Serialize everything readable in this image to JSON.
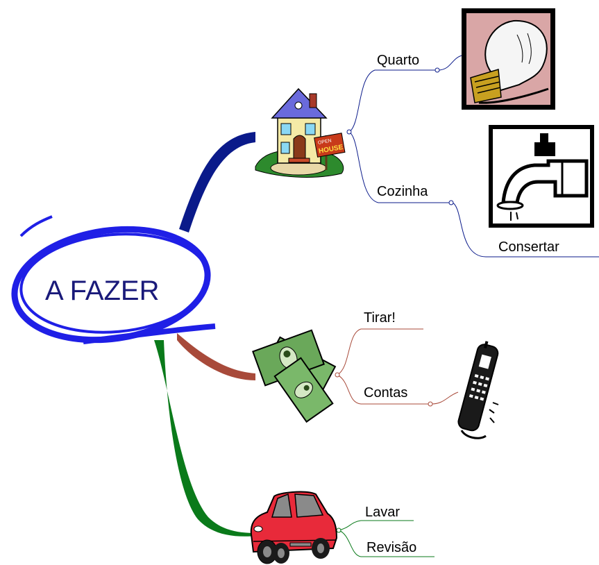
{
  "central": {
    "label": "A FAZER",
    "color": "#1f1fe6"
  },
  "branches": [
    {
      "name": "casa",
      "icon": "house-icon",
      "color": "#0a1a8a",
      "children": [
        {
          "label": "Quarto",
          "icon": "lightbulb-icon"
        },
        {
          "label": "Cozinha",
          "icon": "faucet-icon",
          "sublabel": "Consertar"
        }
      ]
    },
    {
      "name": "dinheiro",
      "icon": "money-icon",
      "color": "#a84a3a",
      "children": [
        {
          "label": "Tirar!"
        },
        {
          "label": "Contas",
          "icon": "phone-icon"
        }
      ]
    },
    {
      "name": "carro",
      "icon": "car-icon",
      "color": "#0a7a1a",
      "children": [
        {
          "label": "Lavar"
        },
        {
          "label": "Revisão"
        }
      ]
    }
  ]
}
